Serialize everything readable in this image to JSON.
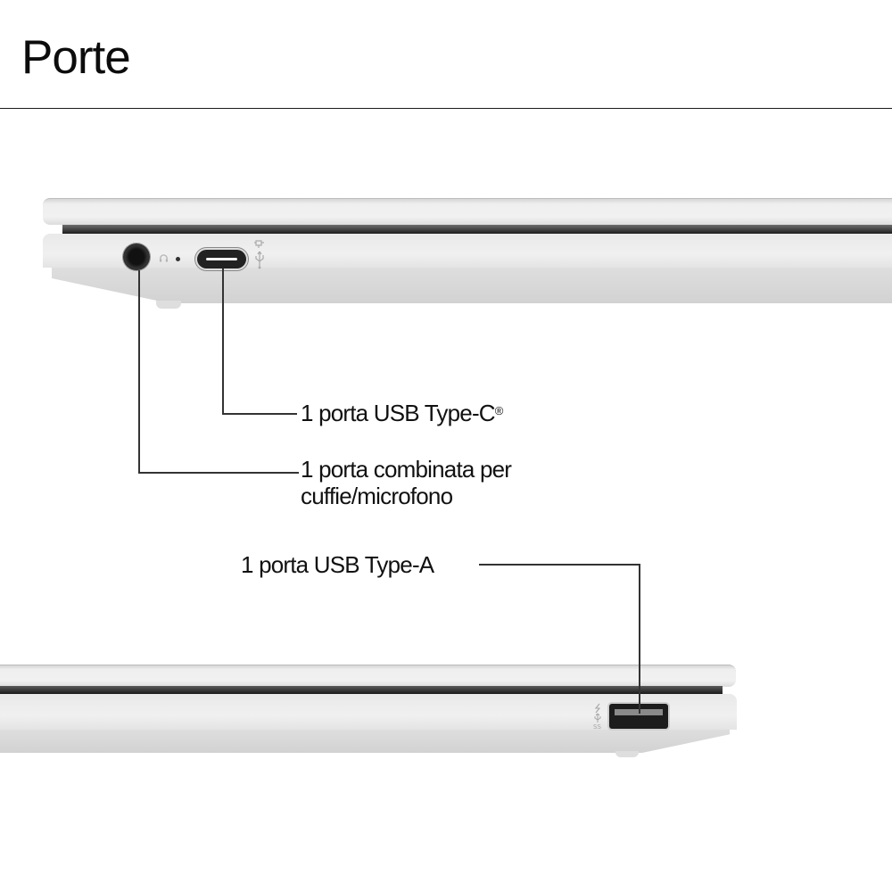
{
  "header": {
    "title": "Porte"
  },
  "ports": {
    "usb_c": {
      "label": "1 porta USB Type-C",
      "trademark": "®",
      "icon": "usb-power-icon"
    },
    "audio_combo": {
      "label_line1": "1 porta combinata per",
      "label_line2": "cuffie/microfono",
      "icon": "headphone-icon"
    },
    "usb_a": {
      "label": "1 porta USB Type-A",
      "icon": "usb-superspeed-icon"
    }
  },
  "icons": {
    "headphone_glyph": "🎧",
    "usb_glyph": "⭍",
    "power_glyph": "⌁"
  },
  "colors": {
    "background": "#ffffff",
    "text": "#111111",
    "laptop_silver": "#eeeeee",
    "port_black": "#1c1c1c"
  }
}
